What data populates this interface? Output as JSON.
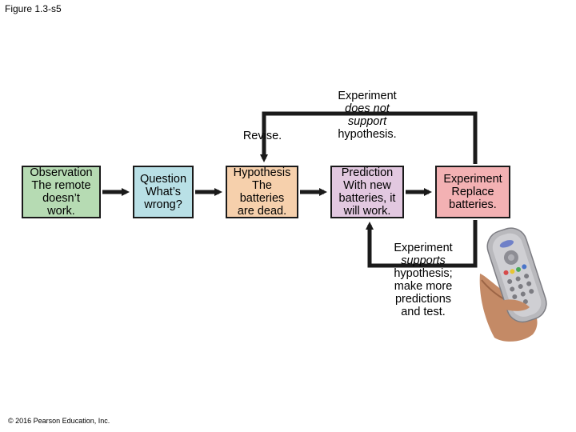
{
  "figure_label": "Figure 1.3-s5",
  "copyright": "© 2016 Pearson Education, Inc.",
  "boxes": {
    "observation": [
      "Observation",
      "The remote",
      "doesn’t",
      "work."
    ],
    "question": [
      "Question",
      "What’s",
      "wrong?"
    ],
    "hypothesis": [
      "Hypothesis",
      "The",
      "batteries",
      "are dead."
    ],
    "prediction": [
      "Prediction",
      "With new",
      "batteries, it",
      "will work."
    ],
    "experiment": [
      "Experiment",
      "Replace",
      "batteries."
    ]
  },
  "labels": {
    "revise": "Revise.",
    "experiment_not_support": [
      "Experiment",
      "does not",
      "support",
      "hypothesis."
    ],
    "experiment_supports": [
      "Experiment",
      "supports",
      "hypothesis;",
      "make more",
      "predictions",
      "and test."
    ]
  },
  "colors": {
    "observation": "#b6dbb3",
    "question": "#b9e0e6",
    "hypothesis": "#f6d0ac",
    "prediction": "#e2c8e0",
    "experiment": "#f3b1b3"
  },
  "icons": [
    "remote-control-in-hand-image"
  ]
}
